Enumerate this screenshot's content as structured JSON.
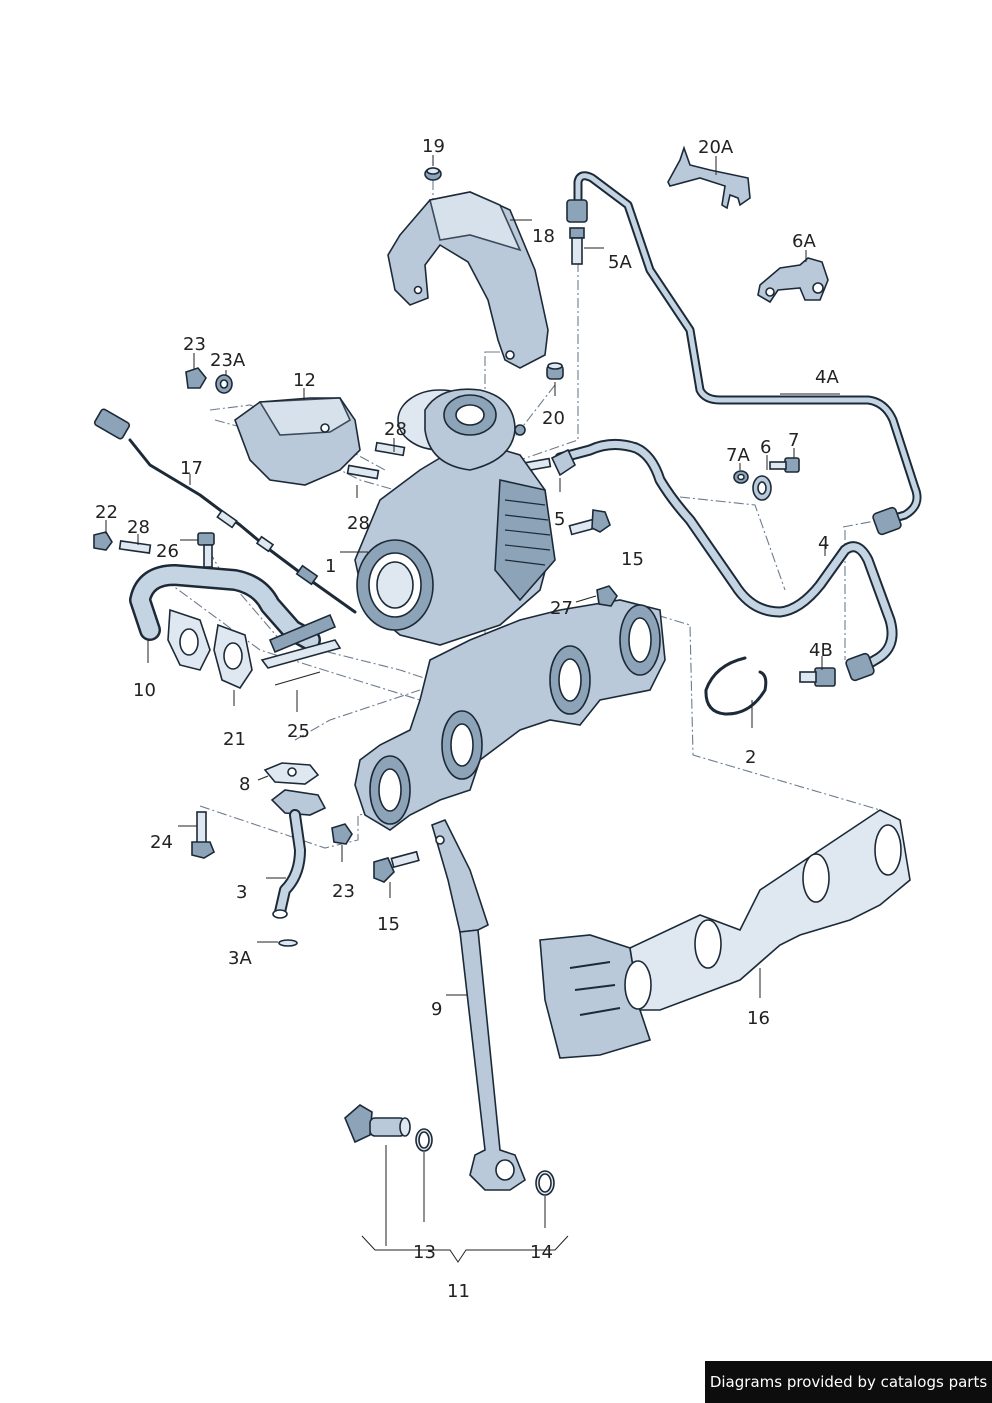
{
  "callouts": [
    {
      "id": "c1",
      "text": "1"
    },
    {
      "id": "c2",
      "text": "2"
    },
    {
      "id": "c3",
      "text": "3"
    },
    {
      "id": "c3a",
      "text": "3A"
    },
    {
      "id": "c4",
      "text": "4"
    },
    {
      "id": "c4a",
      "text": "4A"
    },
    {
      "id": "c4b",
      "text": "4B"
    },
    {
      "id": "c5",
      "text": "5"
    },
    {
      "id": "c5a",
      "text": "5A"
    },
    {
      "id": "c6",
      "text": "6"
    },
    {
      "id": "c6a",
      "text": "6A"
    },
    {
      "id": "c7",
      "text": "7"
    },
    {
      "id": "c7a",
      "text": "7A"
    },
    {
      "id": "c8",
      "text": "8"
    },
    {
      "id": "c9",
      "text": "9"
    },
    {
      "id": "c10",
      "text": "10"
    },
    {
      "id": "c11",
      "text": "11"
    },
    {
      "id": "c12",
      "text": "12"
    },
    {
      "id": "c13",
      "text": "13"
    },
    {
      "id": "c14",
      "text": "14"
    },
    {
      "id": "c15a",
      "text": "15"
    },
    {
      "id": "c15b",
      "text": "15"
    },
    {
      "id": "c16",
      "text": "16"
    },
    {
      "id": "c17",
      "text": "17"
    },
    {
      "id": "c18",
      "text": "18"
    },
    {
      "id": "c19",
      "text": "19"
    },
    {
      "id": "c20",
      "text": "20"
    },
    {
      "id": "c20a",
      "text": "20A"
    },
    {
      "id": "c21",
      "text": "21"
    },
    {
      "id": "c22",
      "text": "22"
    },
    {
      "id": "c23a",
      "text": "23"
    },
    {
      "id": "c23b",
      "text": "23"
    },
    {
      "id": "c23A",
      "text": "23A"
    },
    {
      "id": "c24",
      "text": "24"
    },
    {
      "id": "c25",
      "text": "25"
    },
    {
      "id": "c26",
      "text": "26"
    },
    {
      "id": "c27",
      "text": "27"
    },
    {
      "id": "c28a",
      "text": "28"
    },
    {
      "id": "c28b",
      "text": "28"
    },
    {
      "id": "c28c",
      "text": "28"
    }
  ],
  "footer": {
    "text": "Diagrams provided by catalogs parts"
  }
}
